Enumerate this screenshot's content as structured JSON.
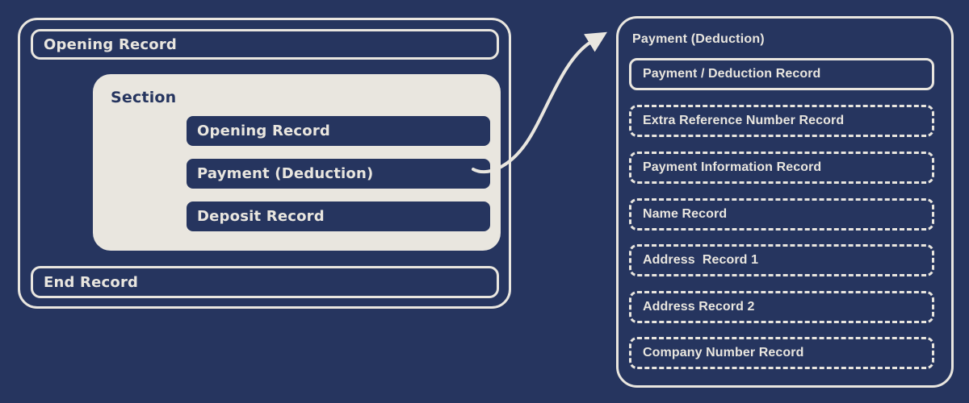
{
  "colors": {
    "background": "#26355F",
    "cream": "#E9E6DF"
  },
  "left_diagram": {
    "opening_record_label": "Opening Record",
    "section": {
      "title": "Section",
      "items": [
        {
          "label": "Opening Record"
        },
        {
          "label": "Payment (Deduction)"
        },
        {
          "label": "Deposit Record"
        }
      ]
    },
    "end_record_label": "End Record"
  },
  "detail_panel": {
    "title": "Payment (Deduction)",
    "records": [
      {
        "label": "Payment / Deduction Record",
        "border": "solid"
      },
      {
        "label": "Extra Reference Number Record",
        "border": "dashed"
      },
      {
        "label": "Payment Information Record",
        "border": "dashed"
      },
      {
        "label": "Name Record",
        "border": "dashed"
      },
      {
        "label": "Address  Record 1",
        "border": "dashed"
      },
      {
        "label": "Address Record 2",
        "border": "dashed"
      },
      {
        "label": "Company Number Record",
        "border": "dashed"
      }
    ]
  },
  "arrow": {
    "icon": "curved-arrow-icon"
  }
}
